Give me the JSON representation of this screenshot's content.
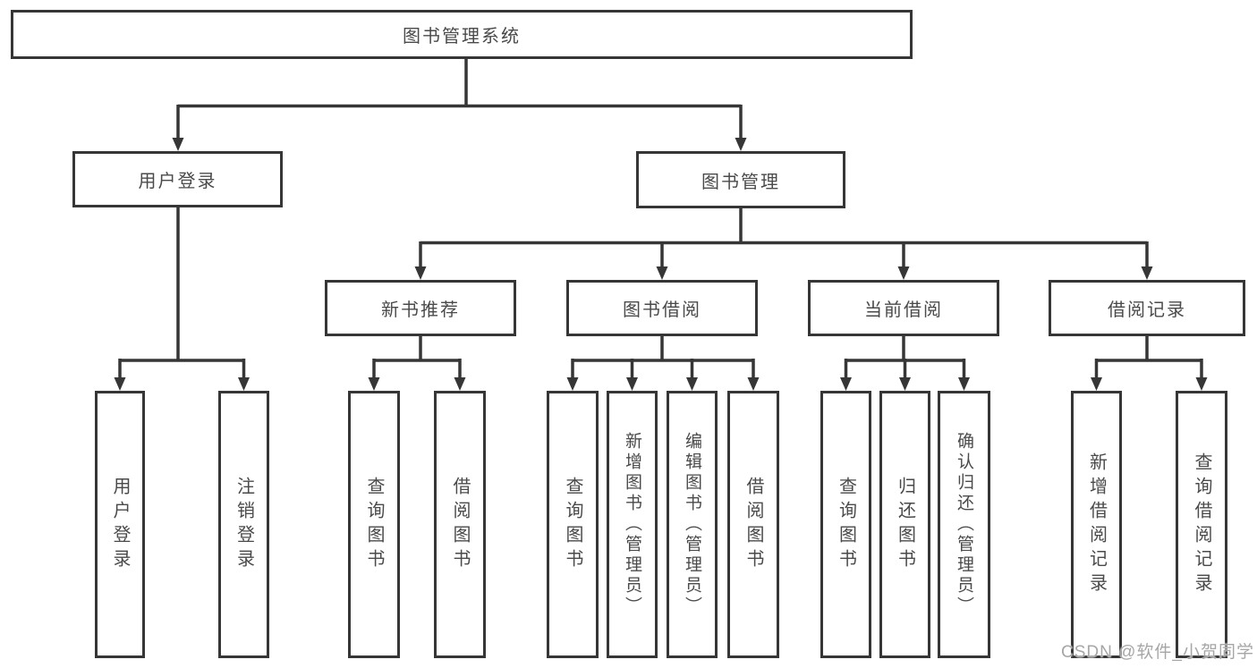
{
  "diagram": {
    "root": {
      "label": "图书管理系统"
    },
    "level2": [
      {
        "label": "用户登录"
      },
      {
        "label": "图书管理"
      }
    ],
    "level3": [
      {
        "label": "新书推荐"
      },
      {
        "label": "图书借阅"
      },
      {
        "label": "当前借阅"
      },
      {
        "label": "借阅记录"
      }
    ],
    "leaves": {
      "login": [
        "用户登录",
        "注销登录"
      ],
      "recommend": [
        "查询图书",
        "借阅图书"
      ],
      "borrow": [
        "查询图书",
        "新增图书（管理员）",
        "编辑图书（管理员）",
        "借阅图书"
      ],
      "current": [
        "查询图书",
        "归还图书",
        "确认归还（管理员）"
      ],
      "records": [
        "新增借阅记录",
        "查询借阅记录"
      ]
    }
  },
  "colors": {
    "line": "#363636",
    "text": "#4a4a4a",
    "watermark": "#a6a6a6",
    "background": "#ffffff"
  },
  "watermark": {
    "text": "CSDN @软件_小贺同学"
  }
}
